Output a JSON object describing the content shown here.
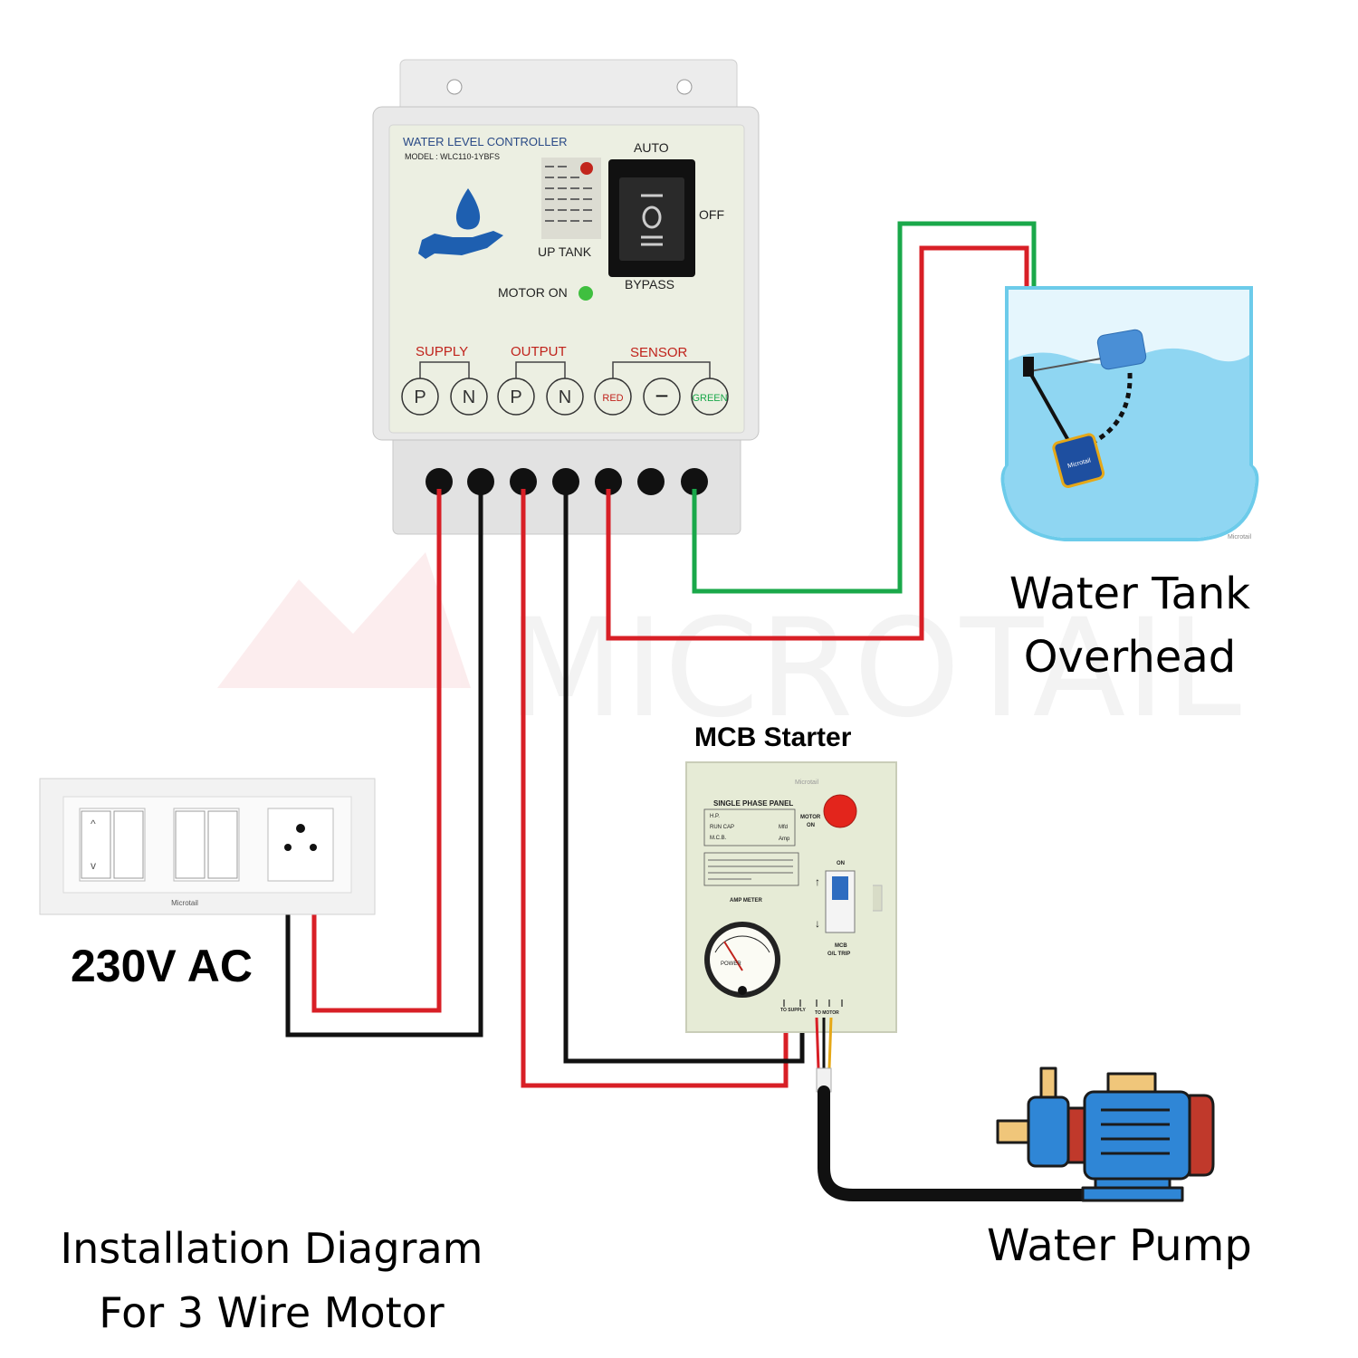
{
  "watermark": "MICROTAIL",
  "brand_small": "Microtail",
  "controller": {
    "title": "WATER LEVEL CONTROLLER",
    "model": "MODEL : WLC110-1YBFS",
    "auto": "AUTO",
    "off": "OFF",
    "bypass": "BYPASS",
    "up_tank": "UP TANK",
    "motor_on": "MOTOR ON",
    "group_supply": "SUPPLY",
    "group_output": "OUTPUT",
    "group_sensor": "SENSOR",
    "t_p1": "P",
    "t_n1": "N",
    "t_p2": "P",
    "t_n2": "N",
    "t_red": "RED",
    "t_minus": "−",
    "t_green": "GREEN"
  },
  "starter": {
    "label": "MCB Starter",
    "panel_title": "SINGLE PHASE PANEL",
    "hp": "H.P.",
    "run_cap": "RUN CAP",
    "mfd": "Mfd",
    "mcb": "M.C.B.",
    "amp": "Amp",
    "motor_on": "MOTOR",
    "on_word": "ON",
    "amp_meter": "AMP METER",
    "mcb_trip": "MCB",
    "ol_trip": "O/L TRIP",
    "to_supply": "TO SUPPLY",
    "to_motor": "TO MOTOR",
    "power": "POWER"
  },
  "switchboard": {
    "brand": "Microtail"
  },
  "labels": {
    "ac": "230V AC",
    "tank_line1": "Water Tank",
    "tank_line2": "Overhead",
    "pump": "Water Pump",
    "caption_line1": "Installation Diagram",
    "caption_line2": "For 3 Wire Motor"
  },
  "colors": {
    "wire_red": "#d81f26",
    "wire_black": "#111111",
    "wire_green": "#1aa84a",
    "water": "#8fd6f2",
    "pump_blue": "#2f86d6",
    "pump_red": "#c0392b"
  }
}
